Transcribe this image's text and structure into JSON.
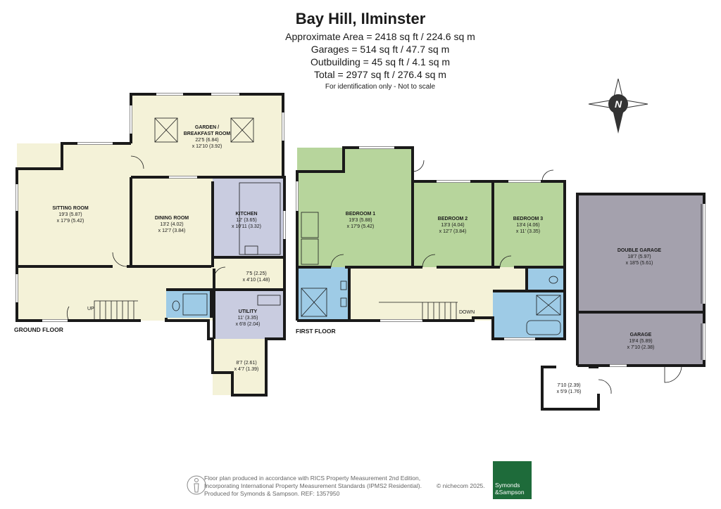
{
  "title": "Bay Hill, Ilminster",
  "areas": [
    "Approximate Area = 2418 sq ft / 224.6 sq m",
    "Garages = 514 sq ft / 47.7 sq m",
    "Outbuilding = 45 sq ft / 4.1 sq m",
    "Total = 2977 sq ft / 276.4 sq m"
  ],
  "disclaimer": "For identification only - Not to scale",
  "compass": "N",
  "floors": {
    "ground": "GROUND FLOOR",
    "first": "FIRST FLOOR"
  },
  "rooms": {
    "garden": {
      "name1": "GARDEN /",
      "name2": "BREAKFAST ROOM",
      "d1": "22'5 (6.84)",
      "d2": "x 12'10 (3.92)"
    },
    "sitting": {
      "name": "SITTING ROOM",
      "d1": "19'3 (5.87)",
      "d2": "x 17'9 (5.42)"
    },
    "dining": {
      "name": "DINING ROOM",
      "d1": "13'2 (4.02)",
      "d2": "x 12'7 (3.84)"
    },
    "kitchen": {
      "name": "KITCHEN",
      "d1": "12' (3.65)",
      "d2": "x 10'11 (3.32)"
    },
    "store": {
      "d1": "7'5 (2.25)",
      "d2": "x 4'10 (1.48)"
    },
    "utility": {
      "name": "UTILITY",
      "d1": "11' (3.35)",
      "d2": "x 6'8 (2.04)"
    },
    "porch": {
      "d1": "8'7 (2.61)",
      "d2": "x 4'7 (1.39)"
    },
    "bed1": {
      "name": "BEDROOM 1",
      "d1": "19'3 (5.88)",
      "d2": "x 17'9 (5.42)"
    },
    "bed2": {
      "name": "BEDROOM 2",
      "d1": "13'3 (4.04)",
      "d2": "x 12'7 (3.84)"
    },
    "bed3": {
      "name": "BEDROOM 3",
      "d1": "13'4 (4.06)",
      "d2": "x 11' (3.35)"
    },
    "dgarage": {
      "name": "DOUBLE GARAGE",
      "d1": "18'7 (5.97)",
      "d2": "x 18'5 (5.61)"
    },
    "garage": {
      "name": "GARAGE",
      "d1": "19'4 (5.89)",
      "d2": "x 7'10 (2.38)"
    },
    "outbuilding": {
      "d1": "7'10 (2.39)",
      "d2": "x 5'9 (1.76)"
    }
  },
  "stairs": {
    "up": "UP",
    "down": "DOWN"
  },
  "footer": {
    "line1": "Floor plan produced in accordance with RICS Property Measurement 2nd Edition,",
    "line2": "Incorporating International Property Measurement Standards (IPMS2 Residential).",
    "line3": "Produced for Symonds & Sampson.   REF:  1357950",
    "copyright": "© nichecom 2025."
  },
  "logo": {
    "line1": "Symonds",
    "line2": "&Sampson"
  },
  "colors": {
    "living": "#f4f2d8",
    "bedroom": "#b7d59c",
    "kitchen": "#c9cce0",
    "bath": "#9ecbe6",
    "garage": "#a4a1ad",
    "wall": "#1a1a1a",
    "brand": "#1e6b3a"
  }
}
